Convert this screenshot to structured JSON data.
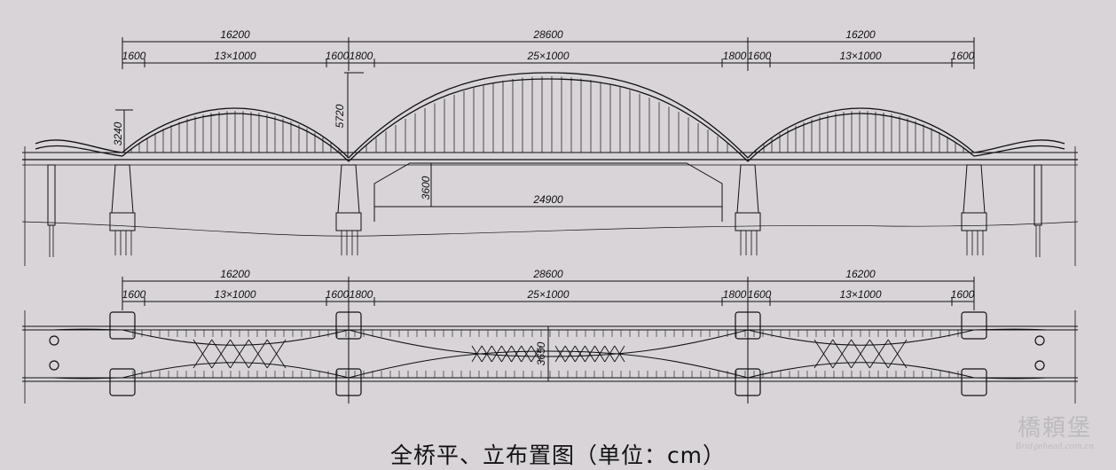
{
  "elevation": {
    "spans_top": [
      "16200",
      "28600",
      "16200"
    ],
    "spans_bottom": [
      "1600",
      "13×1000",
      "1600",
      "1800",
      "25×1000",
      "1800",
      "1600",
      "13×1000",
      "1600"
    ],
    "rise_left": "3240",
    "rise_mid": "5720",
    "clearance_height": "3600",
    "clearance_width": "24900"
  },
  "plan": {
    "spans_top": [
      "16200",
      "28600",
      "16200"
    ],
    "spans_bottom": [
      "1600",
      "13×1000",
      "1600",
      "1800",
      "25×1000",
      "1800",
      "1600",
      "13×1000",
      "1600"
    ],
    "width": "3650"
  },
  "caption": "全桥平、立布置图（单位：cm）",
  "watermark": {
    "text": "橋頼堡",
    "url": "Bridgehead.com.cn"
  }
}
